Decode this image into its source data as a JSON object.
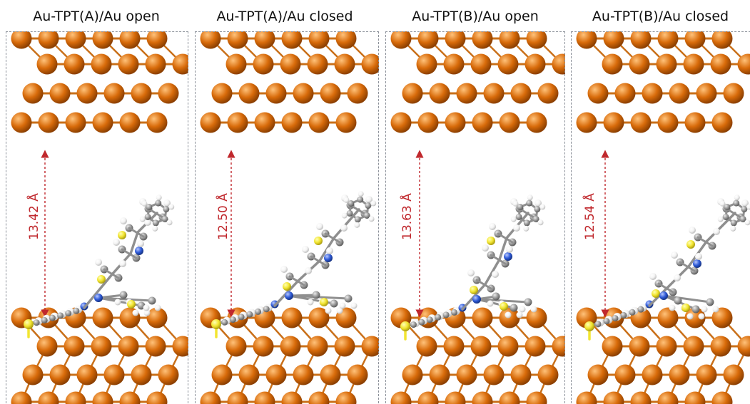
{
  "panels": [
    {
      "title": "Au-TPT(A)/Au open",
      "distance": "13.42 Å",
      "molecule": "A-open"
    },
    {
      "title": "Au-TPT(A)/Au closed",
      "distance": "12.50 Å",
      "molecule": "A-closed"
    },
    {
      "title": "Au-TPT(B)/Au open",
      "distance": "13.63 Å",
      "molecule": "B-open"
    },
    {
      "title": "Au-TPT(B)/Au closed",
      "distance": "12.54 Å",
      "molecule": "B-closed"
    }
  ],
  "colors": {
    "gold_atom": "#d86b0a",
    "bond": "#c9701a",
    "carbon": "#9a9a9a",
    "hydrogen": "#ffffff",
    "sulfur": "#f2e531",
    "nitrogen": "#2f5bd8",
    "distance_arrow": "#c0282d",
    "frame": "#8a8f98"
  }
}
